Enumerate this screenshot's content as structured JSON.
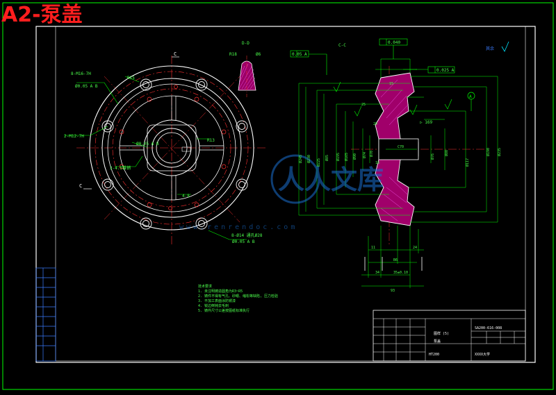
{
  "title": "A2-泵盖",
  "watermark": {
    "brand": "人人文库",
    "url": "www.renrendoc.com"
  },
  "left_view": {
    "section_marks": [
      "C",
      "C"
    ],
    "callouts": [
      "8-M16-7H",
      "2-M12-7H",
      "2-4.5锥销",
      "8-Ø14 通孔Ø28",
      "4-8"
    ],
    "radii": [
      "R15",
      "R13"
    ],
    "small_labels": [
      "Ø0.05 A B",
      "Ø0.05 A B",
      "Ø0.05 A B"
    ]
  },
  "detail_view": {
    "label": "D-D",
    "radius": "R18",
    "dim": "Ø6"
  },
  "section_view": {
    "label": "C-C",
    "flatness": "0.05 A",
    "top_dim": "0.040",
    "perp": "0.025 A",
    "datum": "A",
    "left_dims": [
      "Ø245",
      "Ø230",
      "Ø225",
      "Ø195",
      "Ø165",
      "Ø90",
      "Ø74",
      "Ø70",
      "Ø85"
    ],
    "right_dims": [
      "Ø190",
      "Ø235",
      "Ø117",
      "Ø80",
      "Ø76"
    ],
    "center_dims": [
      "C70",
      "18",
      "20",
      "25"
    ],
    "bottom_dims": [
      "11",
      "B6",
      "35±0.10",
      "34",
      "93",
      "15",
      "24"
    ],
    "radius_note": "▷ 169",
    "corner_mark": "其余"
  },
  "tech_notes": {
    "heading": "技术要求",
    "items": [
      "1. 未注明铸造圆角为R3~R5",
      "2. 铸件不得有气孔、砂眼、缩松等缺陷, 压力检验",
      "3. 不加工表面涂防锈漆",
      "4. 锐边倒钝去毛刺",
      "5. 铸件尺寸公差按图纸标准执行"
    ]
  },
  "title_block": {
    "part_name": "泵盖",
    "scale_label": "图样 (5)",
    "drawing_no": "SA200-616-008",
    "school": "XXXX大学",
    "material": "HT200"
  },
  "colors": {
    "background": "#000000",
    "frame": "#ffffff",
    "outline": "#ffffff",
    "centerline": "#ff3030",
    "dimension": "#00ff00",
    "text_green": "#4cff4c",
    "hatch": "#ff00ff",
    "cyan": "#00e5ff",
    "blue_mark": "#3a7cff",
    "title_red": "#ff1e1e"
  }
}
